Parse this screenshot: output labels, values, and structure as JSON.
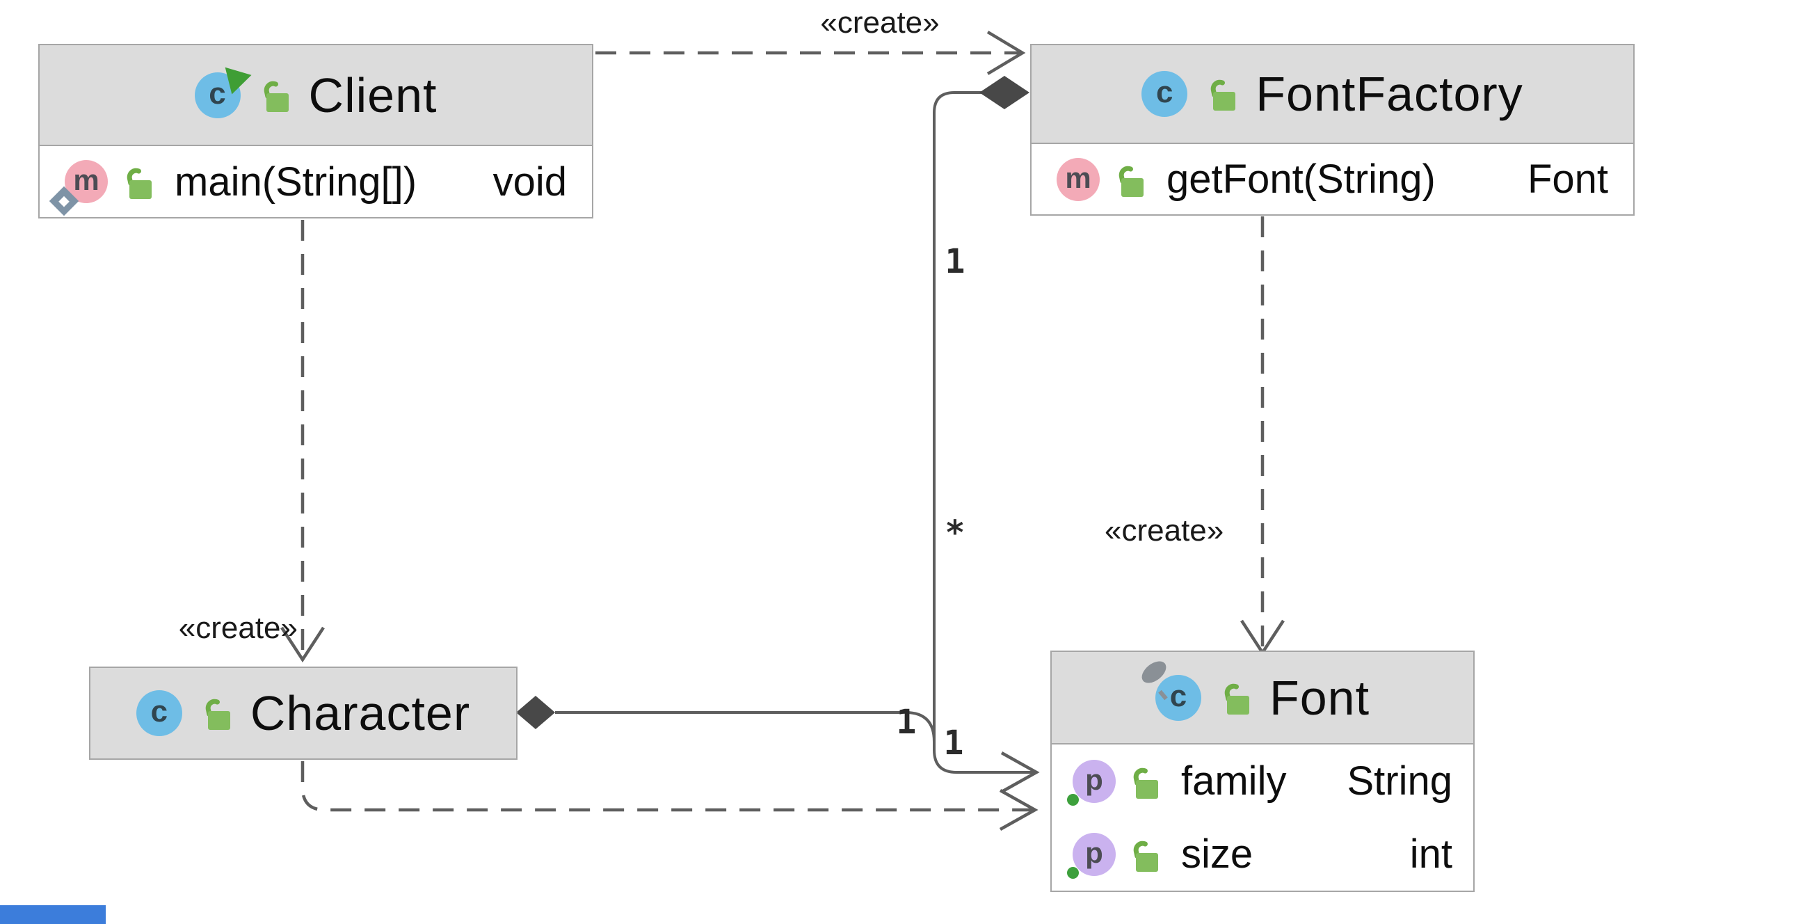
{
  "labels": {
    "create_top": "«create»",
    "create_client_character": "«create»",
    "create_fontfactory_font": "«create»"
  },
  "multiplicities": {
    "fontfactory_end": "1",
    "font_end": "*",
    "character_bend_left": "1",
    "character_bend_right": "1"
  },
  "classes": [
    {
      "name": "Client",
      "kind": "class",
      "modifiers": [
        "runnable",
        "public"
      ],
      "members": [
        {
          "kind": "method",
          "name": "main(String[])",
          "type": "void",
          "modifiers": [
            "public",
            "entry-point"
          ]
        }
      ]
    },
    {
      "name": "FontFactory",
      "kind": "class",
      "modifiers": [
        "public"
      ],
      "members": [
        {
          "kind": "method",
          "name": "getFont(String)",
          "type": "Font",
          "modifiers": [
            "public"
          ]
        }
      ]
    },
    {
      "name": "Character",
      "kind": "class",
      "modifiers": [
        "public"
      ],
      "members": []
    },
    {
      "name": "Font",
      "kind": "class",
      "modifiers": [
        "public",
        "final"
      ],
      "members": [
        {
          "kind": "property",
          "name": "family",
          "type": "String",
          "modifiers": [
            "public"
          ]
        },
        {
          "kind": "property",
          "name": "size",
          "type": "int",
          "modifiers": [
            "public"
          ]
        }
      ]
    }
  ],
  "edges": [
    {
      "from": "Client",
      "to": "FontFactory",
      "type": "dashed-dependency",
      "stereotype": "«create»"
    },
    {
      "from": "Client",
      "to": "Character",
      "type": "dashed-dependency",
      "stereotype": "«create»"
    },
    {
      "from": "FontFactory",
      "to": "Font",
      "type": "dashed-dependency",
      "stereotype": "«create»"
    },
    {
      "from": "FontFactory",
      "to": "Font",
      "type": "composition",
      "source_multiplicity": "1",
      "target_multiplicity": "*"
    },
    {
      "from": "Character",
      "to": "Font",
      "type": "composition",
      "source_multiplicity": "1",
      "target_multiplicity": "1"
    },
    {
      "from": "Character",
      "to": "Font",
      "type": "dashed-dependency"
    }
  ],
  "colors": {
    "header_background": "#dcdcdc",
    "box_border": "#a6a6a6",
    "edge_stroke": "#5e5e5e",
    "diamond_fill": "#484848",
    "class_icon_blue": "#6ebde6",
    "method_icon_pink": "#f3aab7",
    "property_icon_purple": "#cab2ef",
    "lock_green": "#7cb957",
    "run_triangle_green": "#3f9e35",
    "entry_badge_slate": "#7e93a6",
    "green_dot": "#3da03c",
    "window_fragment_blue": "#3c7ddb"
  }
}
